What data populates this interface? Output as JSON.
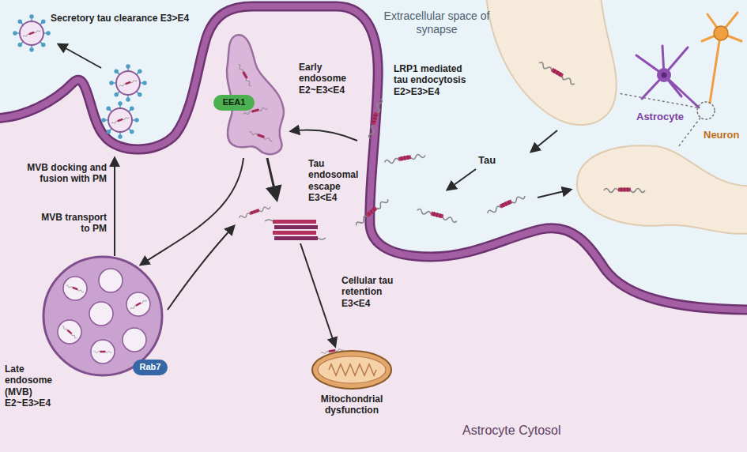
{
  "diagram": {
    "nodes": [
      {
        "text": [
          "Early endosome E2~E3<E4"
        ]
      },
      {
        "text": [
          "EEA1"
        ],
        "in": 0
      },
      {
        "text": [
          "Late endosome (MVB) E2~E3>E4"
        ]
      },
      {
        "text": [
          "Rab7"
        ],
        "in": 2
      },
      {
        "text": [
          "Mitochondrial dysfunction"
        ]
      }
    ],
    "edges": [
      {
        "from": 0,
        "to": 2,
        "arrow": "to"
      }
    ],
    "labels": [
      "Secretory tau clearance E3>E4",
      "Extracellular space of synapse",
      "LRP1 mediated tau endocytosis E2>E3>E4",
      "Tau",
      "Astrocyte",
      "Neuron",
      "MVB docking and fusion with PM",
      "MVB transport to PM",
      "Tau endosomal escape E3<E4",
      "Cellular tau retention E3<E4",
      "Astrocyte Cytosol"
    ]
  }
}
